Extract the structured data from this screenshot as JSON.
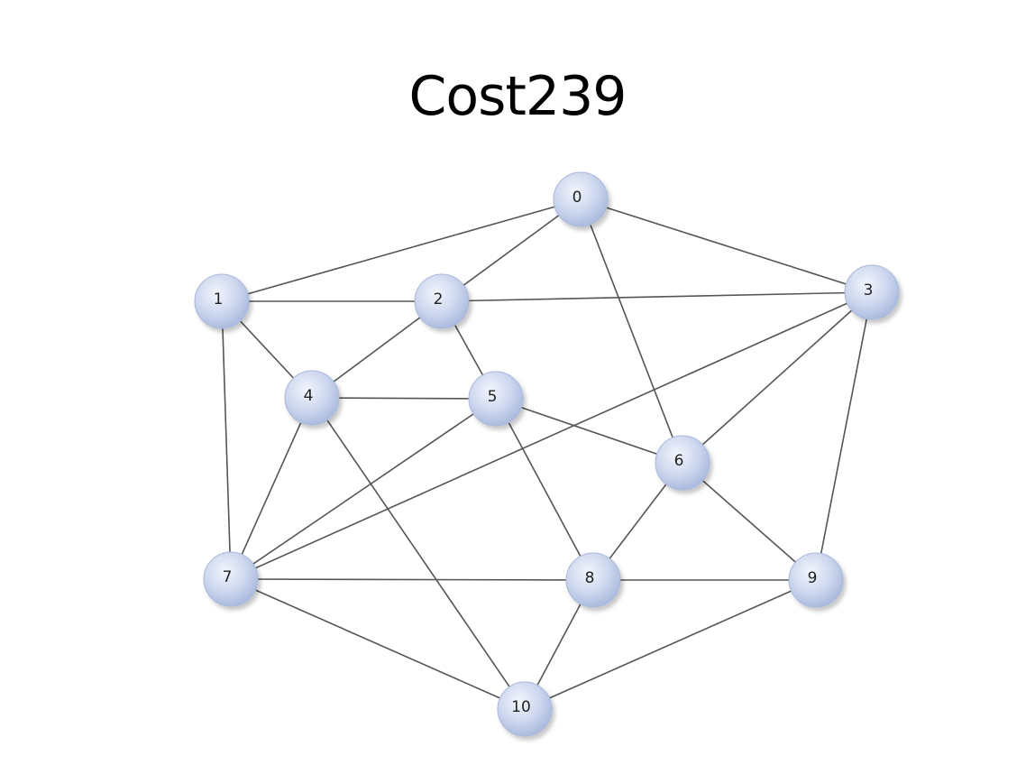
{
  "title": "Cost239",
  "colors": {
    "node_fill": "#c8d3ec",
    "node_stroke": "#a9b9db",
    "edge": "#555555"
  },
  "nodes": [
    {
      "id": 0,
      "label": "0"
    },
    {
      "id": 1,
      "label": "1"
    },
    {
      "id": 2,
      "label": "2"
    },
    {
      "id": 3,
      "label": "3"
    },
    {
      "id": 4,
      "label": "4"
    },
    {
      "id": 5,
      "label": "5"
    },
    {
      "id": 6,
      "label": "6"
    },
    {
      "id": 7,
      "label": "7"
    },
    {
      "id": 8,
      "label": "8"
    },
    {
      "id": 9,
      "label": "9"
    },
    {
      "id": 10,
      "label": "10"
    }
  ],
  "edges": [
    [
      0,
      1
    ],
    [
      0,
      2
    ],
    [
      0,
      3
    ],
    [
      0,
      6
    ],
    [
      1,
      2
    ],
    [
      1,
      4
    ],
    [
      1,
      7
    ],
    [
      2,
      3
    ],
    [
      2,
      4
    ],
    [
      2,
      5
    ],
    [
      3,
      6
    ],
    [
      3,
      7
    ],
    [
      3,
      9
    ],
    [
      4,
      5
    ],
    [
      4,
      7
    ],
    [
      4,
      10
    ],
    [
      5,
      6
    ],
    [
      5,
      7
    ],
    [
      5,
      8
    ],
    [
      6,
      8
    ],
    [
      6,
      9
    ],
    [
      7,
      8
    ],
    [
      7,
      10
    ],
    [
      8,
      9
    ],
    [
      8,
      10
    ],
    [
      9,
      10
    ]
  ]
}
